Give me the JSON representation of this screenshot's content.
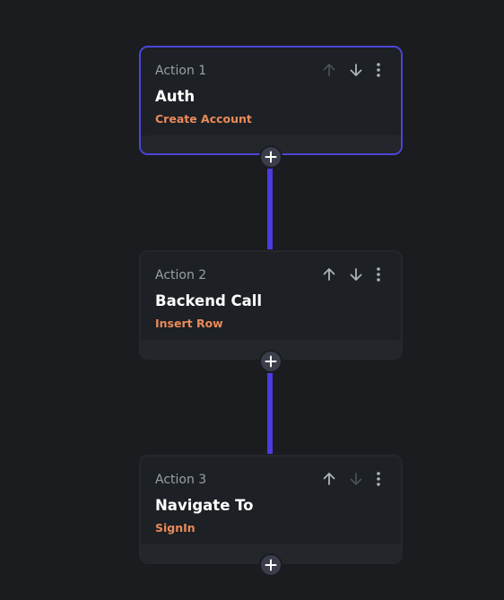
{
  "colors": {
    "background": "#1a1c20",
    "card": "#1d2024",
    "selected_border": "#4b46d6",
    "connector": "#4b3be0",
    "subtitle": "#e98a5a",
    "icon_active": "#aeb3ba",
    "icon_disabled": "#4a4e56"
  },
  "actions": [
    {
      "label": "Action 1",
      "title": "Auth",
      "subtitle": "Create Account",
      "selected": true,
      "move_up_enabled": false,
      "move_down_enabled": true,
      "icons": [
        "arrow-up-icon",
        "arrow-down-icon",
        "more-vertical-icon"
      ]
    },
    {
      "label": "Action 2",
      "title": "Backend Call",
      "subtitle": "Insert Row",
      "selected": false,
      "move_up_enabled": true,
      "move_down_enabled": true,
      "icons": [
        "arrow-up-icon",
        "arrow-down-icon",
        "more-vertical-icon"
      ]
    },
    {
      "label": "Action 3",
      "title": "Navigate To",
      "subtitle": "SignIn",
      "selected": false,
      "move_up_enabled": true,
      "move_down_enabled": false,
      "icons": [
        "arrow-up-icon",
        "arrow-down-icon",
        "more-vertical-icon"
      ]
    }
  ],
  "add_button_icon": "plus-icon"
}
